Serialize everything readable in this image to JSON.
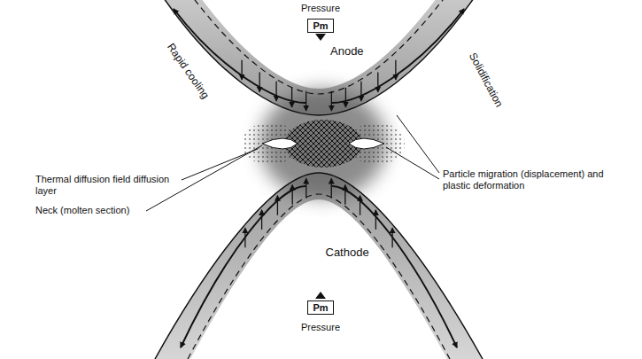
{
  "diagram": {
    "nodes": [
      {
        "text": [
          "Pm"
        ]
      },
      {
        "text": [
          "Pm"
        ]
      }
    ],
    "labels": [
      "Pressure",
      "Anode",
      "Rapid cooling",
      "Solidification",
      "Thermal diffusion field diffusion layer",
      "Neck (molten section)",
      "Particle migration (displacement) and plastic deformation",
      "Cathode",
      "Pressure"
    ]
  }
}
